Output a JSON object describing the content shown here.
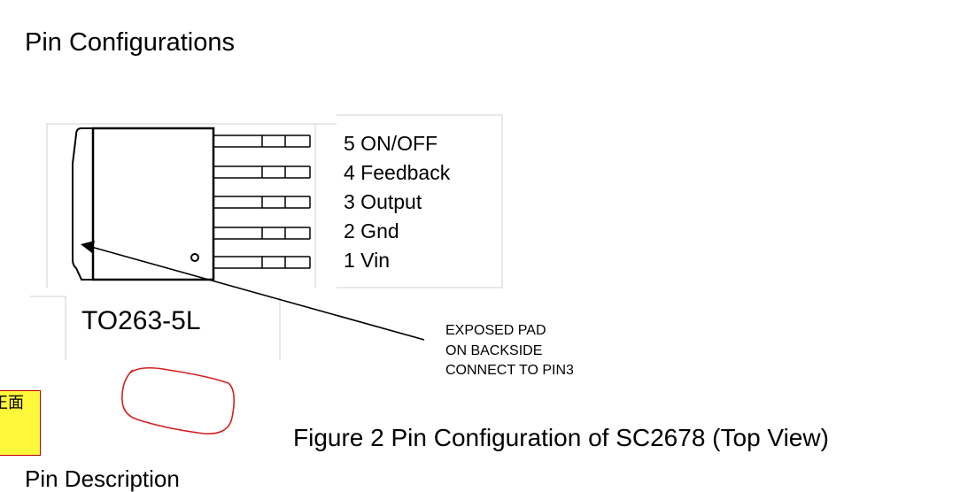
{
  "section_heading": "Pin Configurations",
  "package": {
    "name": "TO263-5L",
    "pins": [
      "5 ON/OFF",
      "4 Feedback",
      "3 Output",
      "2 Gnd",
      "1 Vin"
    ]
  },
  "exposed_pad_note": [
    "EXPOSED PAD",
    "ON BACKSIDE",
    "CONNECT TO PIN3"
  ],
  "comment": {
    "text": "正面",
    "fill_color": "#fff83a",
    "border_color": "#c00000"
  },
  "annotation_color": "#d42020",
  "figure_caption": "Figure 2 Pin Configuration of SC2678 (Top View)",
  "next_section_heading": "Pin Description"
}
